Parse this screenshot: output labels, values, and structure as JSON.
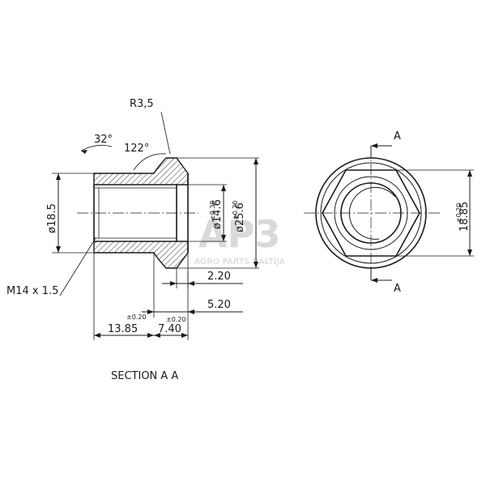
{
  "watermark": {
    "logo": "AP3",
    "tagline": "AGRO PARTS BALTIJA"
  },
  "section_view": {
    "title": "SECTION A A",
    "thread_label": "M14 x 1.5",
    "radius_label": "R3,5",
    "angle_outer": "32°",
    "angle_inner": "122°",
    "dia_bore": "ø18.5",
    "dia_inner": "ø14.6",
    "dia_inner_tol": "±0.30",
    "dia_outer": "ø25.6",
    "dia_outer_tol": "±0.20",
    "len_flange": "2.20",
    "len_head": "5.20",
    "len_head_tol": "±0.20",
    "len_body": "13.85",
    "len_body_tol": "±0.20",
    "len_total": "7.40"
  },
  "end_view": {
    "section_mark_top": "A",
    "section_mark_bottom": "A",
    "across_flats": "18.85",
    "across_flats_tol": "±0.20"
  },
  "colors": {
    "line": "#1a1a1a",
    "hatch": "#1a1a1a",
    "watermark": "#d9d9d9"
  }
}
